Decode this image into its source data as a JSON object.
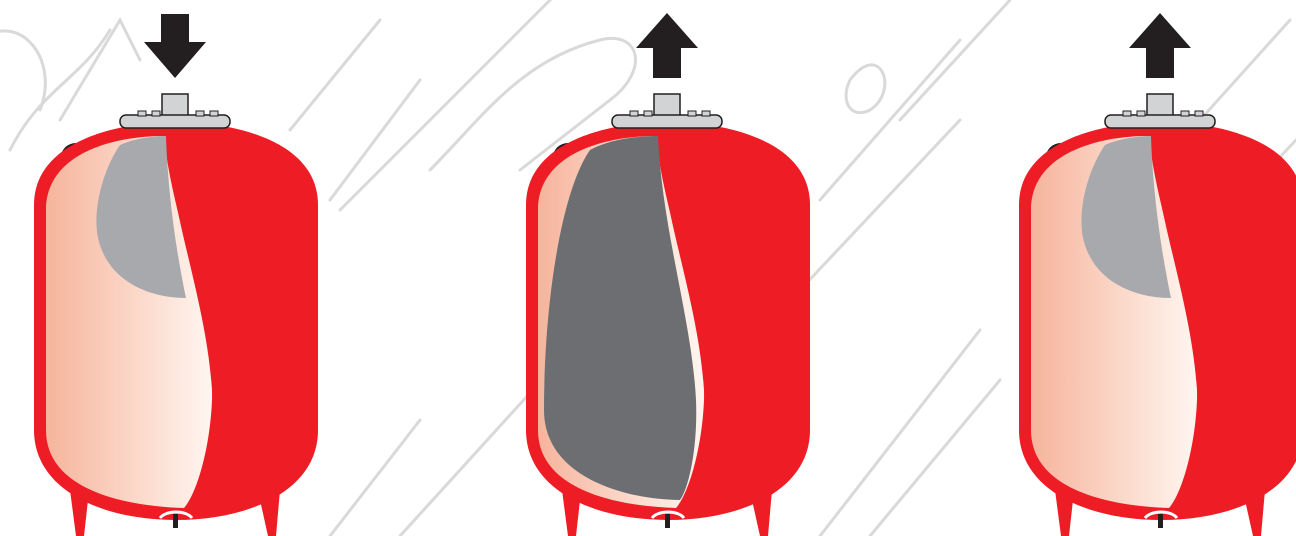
{
  "colors": {
    "background": "#ffffff",
    "watermark": "#d9d9d9",
    "tank_red": "#ee1c25",
    "tank_inner_light": "#fde2d4",
    "tank_inner_gradient": "#f6b49c",
    "bladder_light": "#a7a9ac",
    "bladder_dark": "#6d6e71",
    "flange": "#d1d3d4",
    "arrow": "#231f20"
  },
  "tanks": [
    {
      "id": "tank-1",
      "flow": "in",
      "arrow_icon": "arrow-down-icon",
      "bladder_shade": "light",
      "bladder_fill_level": 0.3
    },
    {
      "id": "tank-2",
      "flow": "out",
      "arrow_icon": "arrow-up-icon",
      "bladder_shade": "dark",
      "bladder_fill_level": 0.95
    },
    {
      "id": "tank-3",
      "flow": "out",
      "arrow_icon": "arrow-up-icon",
      "bladder_shade": "light",
      "bladder_fill_level": 0.3
    }
  ]
}
